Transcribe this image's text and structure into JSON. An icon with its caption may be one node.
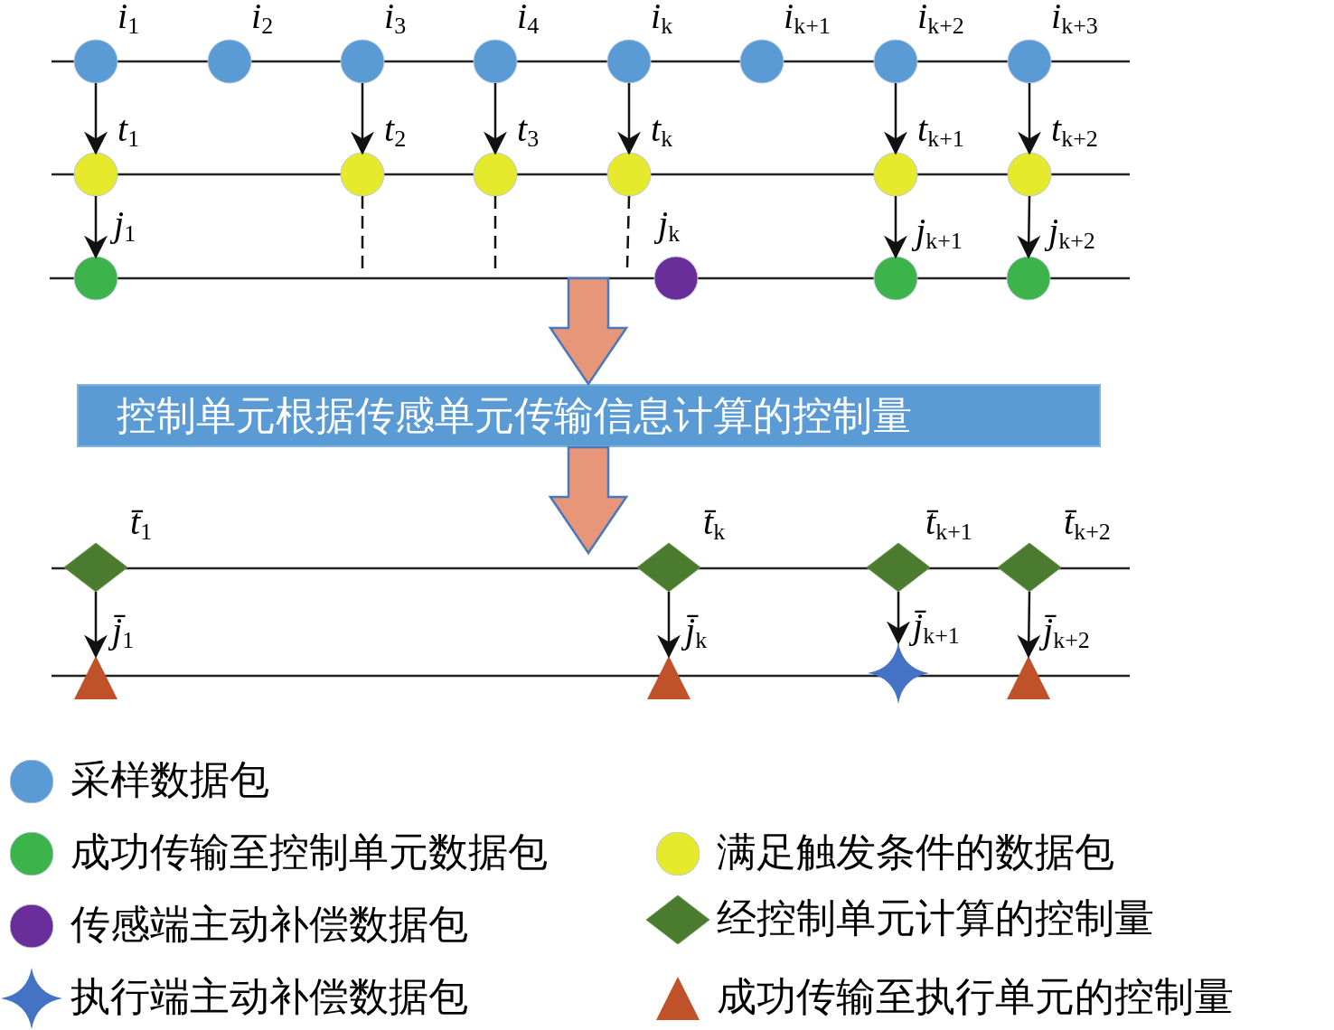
{
  "diagram": {
    "nodes": [
      {
        "text": [
          "*i*$_{1}$"
        ]
      },
      {
        "text": [
          "*i*$_{2}$"
        ]
      },
      {
        "text": [
          "*i*$_{3}$"
        ]
      },
      {
        "text": [
          "*i*$_{4}$"
        ]
      },
      {
        "text": [
          "*i*$_{k}$"
        ]
      },
      {
        "text": [
          "*i*$_{k+1}$"
        ]
      },
      {
        "text": [
          "*i*$_{k+2}$"
        ]
      },
      {
        "text": [
          "*i*$_{k+3}$"
        ]
      },
      {
        "text": [
          "*t*$_{1}$"
        ]
      },
      {
        "text": [
          "*t*$_{2}$"
        ]
      },
      {
        "text": [
          "*t*$_{3}$"
        ]
      },
      {
        "text": [
          "*t*$_{k}$"
        ]
      },
      {
        "text": [
          "*t*$_{k+1}$"
        ]
      },
      {
        "text": [
          "*t*$_{k+2}$"
        ]
      },
      {
        "text": [
          "*j*$_{1}$"
        ]
      },
      {
        "text": [
          "*j*$_{k}$"
        ]
      },
      {
        "text": [
          "*j*$_{k+1}$"
        ]
      },
      {
        "text": [
          "*j*$_{k+2}$"
        ]
      },
      {
        "text": [
          "控制单元根据传感单元传输信息计算的控制量"
        ]
      },
      {
        "text": [
          "*t̄*$_{1}$"
        ]
      },
      {
        "text": [
          "*t̄*$_{k}$"
        ]
      },
      {
        "text": [
          "*t̄*$_{k+1}$"
        ]
      },
      {
        "text": [
          "*t̄*$_{k+2}$"
        ]
      },
      {
        "text": [
          "*j̄*$_{1}$"
        ]
      },
      {
        "text": [
          "*j̄*$_{k}$"
        ]
      },
      {
        "text": [
          "*j̄*$_{k+1}$"
        ]
      },
      {
        "text": [
          "*j̄*$_{k+2}$"
        ]
      }
    ],
    "edges": [
      {
        "from": 0,
        "to": 8,
        "arrow": "to"
      },
      {
        "from": 2,
        "to": 9,
        "arrow": "to"
      },
      {
        "from": 3,
        "to": 10,
        "arrow": "to"
      },
      {
        "from": 4,
        "to": 11,
        "arrow": "to"
      },
      {
        "from": 6,
        "to": 12,
        "arrow": "to"
      },
      {
        "from": 7,
        "to": 13,
        "arrow": "to"
      },
      {
        "from": 8,
        "to": 14,
        "arrow": "to"
      },
      {
        "from": 9,
        "to": null,
        "arrow": "none",
        "style": "dashed"
      },
      {
        "from": 10,
        "to": null,
        "arrow": "none",
        "style": "dashed"
      },
      {
        "from": 11,
        "to": null,
        "arrow": "none",
        "style": "dashed"
      },
      {
        "from": 12,
        "to": 16,
        "arrow": "to"
      },
      {
        "from": 13,
        "to": 17,
        "arrow": "to"
      },
      {
        "from": null,
        "to": 18,
        "arrow": "to",
        "style": "thick",
        "color": "#e8967a"
      },
      {
        "from": 18,
        "to": null,
        "arrow": "to",
        "style": "thick",
        "color": "#e8967a"
      },
      {
        "from": 19,
        "to": 23,
        "arrow": "to"
      },
      {
        "from": 20,
        "to": 24,
        "arrow": "to"
      },
      {
        "from": 21,
        "to": 25,
        "arrow": "to"
      },
      {
        "from": 22,
        "to": 26,
        "arrow": "to"
      }
    ],
    "legend": [
      {
        "text": "采样数据包"
      },
      {
        "text": "成功传输至控制单元数据包"
      },
      {
        "text": "满足触发条件的数据包"
      },
      {
        "text": "传感端主动补偿数据包"
      },
      {
        "text": "经控制单元计算的控制量"
      },
      {
        "text": "执行端主动补偿数据包"
      },
      {
        "text": "成功传输至执行单元的控制量"
      }
    ]
  }
}
